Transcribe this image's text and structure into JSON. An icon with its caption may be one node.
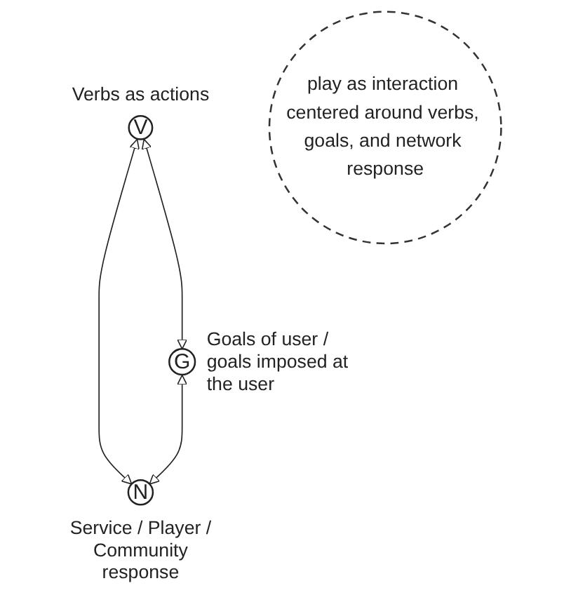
{
  "diagram": {
    "nodes": [
      {
        "text": [
          "V"
        ],
        "beside": [
          "Verbs as actions"
        ]
      },
      {
        "text": [
          "play as interaction centered around verbs, goals, and network response"
        ]
      },
      {
        "text": [
          "G"
        ],
        "beside": [
          "Goals of user / goals imposed at the user"
        ]
      },
      {
        "text": [
          "N"
        ],
        "beside": [
          "Service / Player / Community response"
        ]
      }
    ],
    "edges": [
      {
        "from": 0,
        "to": 2,
        "arrow": "both"
      },
      {
        "from": 0,
        "to": 3,
        "arrow": "both"
      },
      {
        "from": 2,
        "to": 3,
        "arrow": "both"
      }
    ]
  }
}
